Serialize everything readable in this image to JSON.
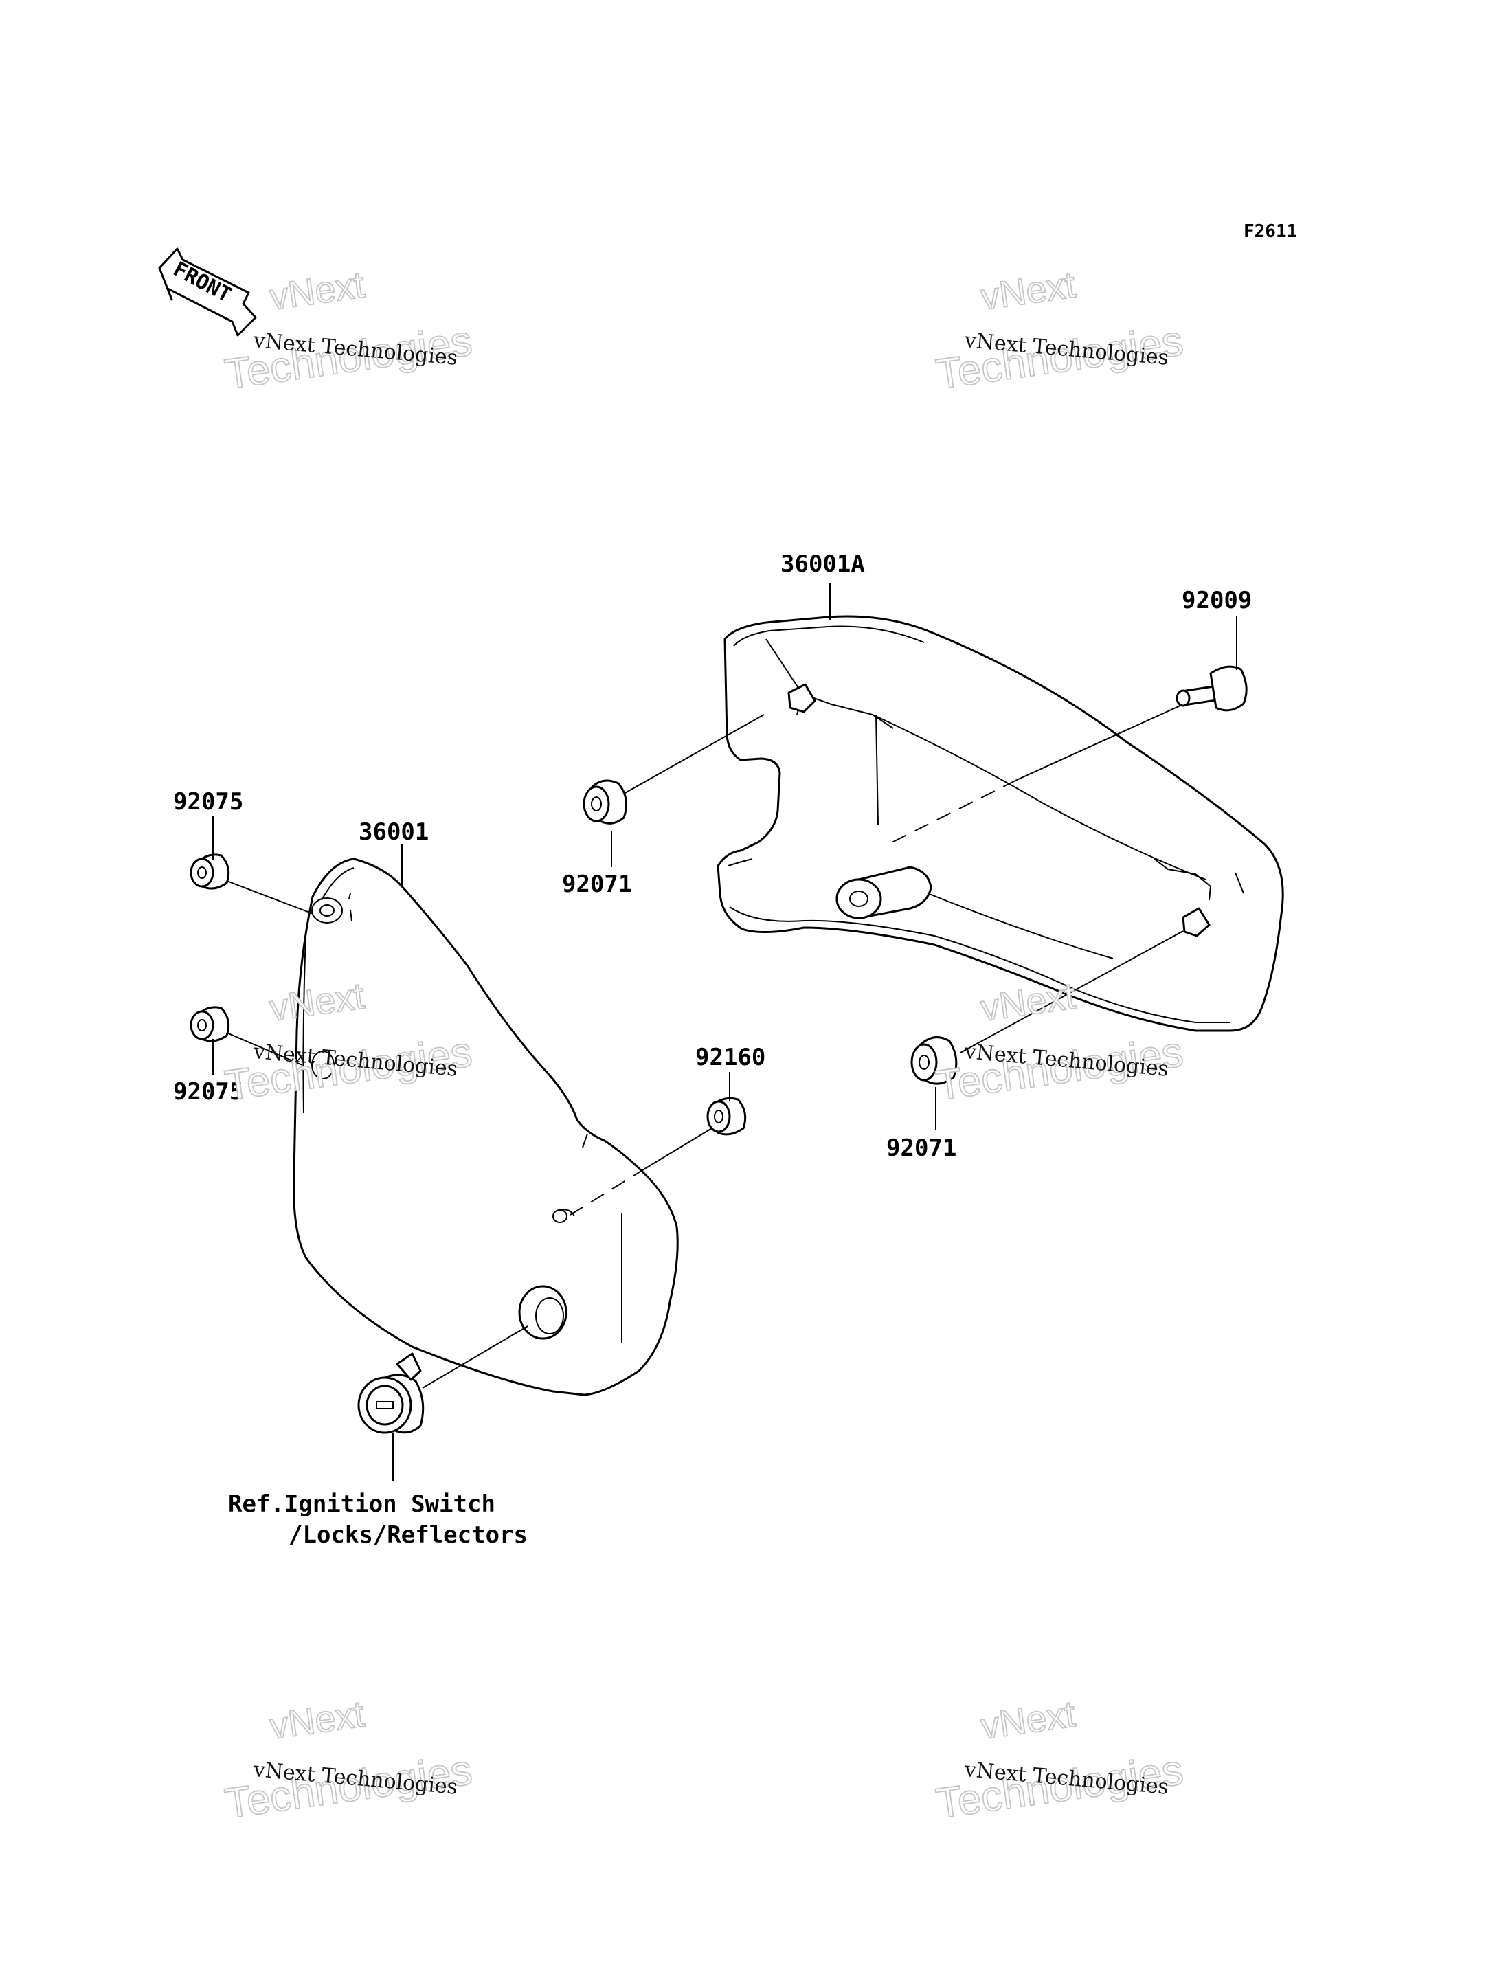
{
  "figure_code": "F2611",
  "front_label": "FRONT",
  "watermark": {
    "line1": "vNext Technologies",
    "line2": "vNext",
    "line3": "Technologies"
  },
  "parts": {
    "cover_right": "36001A",
    "bolt": "92009",
    "grommet_right_upper": "92071",
    "grommet_right_lower": "92071",
    "cover_left": "36001",
    "grommet_left_upper": "92075",
    "grommet_left_lower": "92075",
    "grommet_left_rear": "92160"
  },
  "reference": {
    "line1": "Ref.Ignition Switch",
    "line2": "/Locks/Reflectors"
  }
}
